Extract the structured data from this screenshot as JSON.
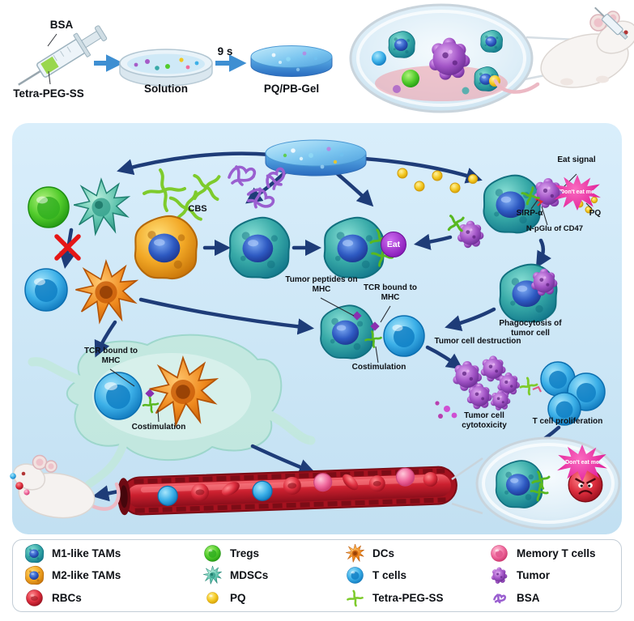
{
  "top_row": {
    "bsa": "BSA",
    "tetra_peg": "Tetra-PEG-SS",
    "solution": "Solution",
    "time": "9 s",
    "gel": "PQ/PB-Gel"
  },
  "pathway": {
    "cbs": "CBS",
    "eat": "Eat",
    "eat_signal": "Eat signal",
    "dont_eat_me": "Don't eat me",
    "sirp_alpha": "SIRP-α",
    "pq": "PQ",
    "npglu_cd47": "N-pGlu of CD47",
    "phagocytosis": "Phagocytosis of tumor cell",
    "tumor_peptides_mhc": "Tumor peptides on MHC",
    "tcr_bound_mhc_center": "TCR bound to MHC",
    "costimulation_center": "Costimulation",
    "tumor_cell_destruction": "Tumor cell destruction",
    "tcr_bound_mhc_left": "TCR bound to MHC",
    "costimulation_left": "Costimulation",
    "tumor_cytotoxicity": "Tumor cell cytotoxicity",
    "t_cell_proliferation": "T cell proliferation",
    "dont_eat_me_vessel": "Don't eat me"
  },
  "legend": {
    "items": [
      {
        "label": "M1-like TAMs",
        "icon": "m1-macrophage-icon",
        "color": "#2f9e9c"
      },
      {
        "label": "M2-like TAMs",
        "icon": "m2-macrophage-icon",
        "color": "#efa21f"
      },
      {
        "label": "RBCs",
        "icon": "rbc-icon",
        "color": "#c9182a"
      },
      {
        "label": "Tregs",
        "icon": "treg-icon",
        "color": "#3fbe22"
      },
      {
        "label": "MDSCs",
        "icon": "mdsc-icon",
        "color": "#54bfa6"
      },
      {
        "label": "PQ",
        "icon": "pq-icon",
        "color": "#eec31d"
      },
      {
        "label": "DCs",
        "icon": "dc-icon",
        "color": "#ee851b"
      },
      {
        "label": "T cells",
        "icon": "t-cell-icon",
        "color": "#2da5e0"
      },
      {
        "label": "Tetra-PEG-SS",
        "icon": "tetra-peg-icon",
        "color": "#7ecb2c"
      },
      {
        "label": "Memory T cells",
        "icon": "memory-t-cell-icon",
        "color": "#ef6b9d"
      },
      {
        "label": "Tumor",
        "icon": "tumor-icon",
        "color": "#9b4fc0"
      },
      {
        "label": "BSA",
        "icon": "bsa-icon",
        "color": "#9a5fd0"
      }
    ]
  },
  "palette": {
    "panel_bg": "#cde7f5",
    "arrow": "#1e3c78",
    "vessel_red": "#a5121f",
    "gel_blue": "#5cb0e8"
  }
}
